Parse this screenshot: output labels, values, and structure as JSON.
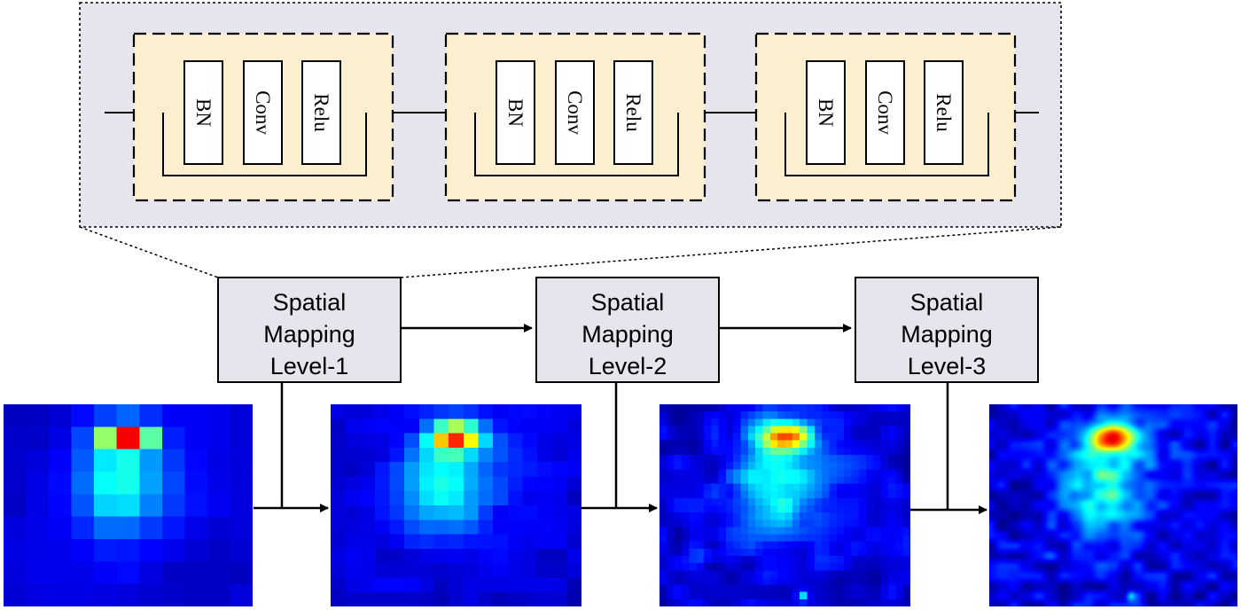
{
  "residual_blocks": [
    {
      "layers": [
        "BN",
        "Conv",
        "Relu"
      ]
    },
    {
      "layers": [
        "BN",
        "Conv",
        "Relu"
      ]
    },
    {
      "layers": [
        "BN",
        "Conv",
        "Relu"
      ]
    }
  ],
  "levels": [
    {
      "lines": [
        "Spatial",
        "Mapping",
        "Level-1"
      ]
    },
    {
      "lines": [
        "Spatial",
        "Mapping",
        "Level-2"
      ]
    },
    {
      "lines": [
        "Spatial",
        "Mapping",
        "Level-3"
      ]
    }
  ],
  "heatmaps": [
    {
      "grid_cols": 11,
      "grid_rows": 9,
      "smooth": false
    },
    {
      "grid_cols": 17,
      "grid_rows": 14,
      "smooth": false
    },
    {
      "grid_cols": 34,
      "grid_rows": 28,
      "smooth": false
    },
    {
      "grid_cols": 140,
      "grid_rows": 112,
      "smooth": true
    }
  ],
  "colors": {
    "zoom_panel_fill": "#e6e4ec",
    "block_fill": "#fcefcf",
    "level_box_fill": "#e6e4ec",
    "line": "#000000"
  }
}
